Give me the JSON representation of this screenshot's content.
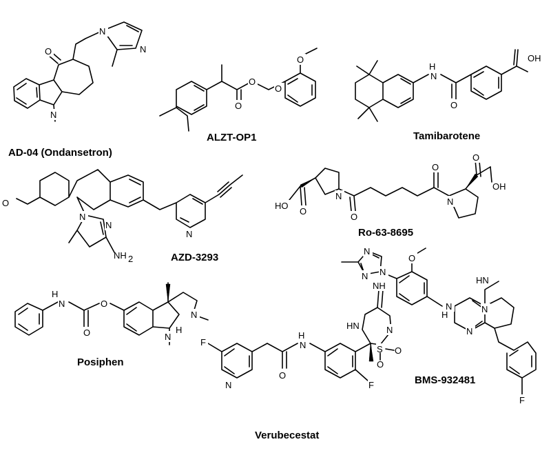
{
  "compounds": [
    {
      "id": "ondansetron",
      "name": "AD-04 (Ondansetron)",
      "atoms": [
        "O",
        "N",
        "N",
        "N"
      ]
    },
    {
      "id": "alzt",
      "name": "ALZT-OP1",
      "atoms": [
        "O",
        "O",
        "O",
        "O"
      ]
    },
    {
      "id": "tamibarotene",
      "name": "Tamibarotene",
      "atoms": [
        "H",
        "N",
        "O",
        "OH"
      ]
    },
    {
      "id": "azd3293",
      "name": "AZD-3293",
      "atoms": [
        "O",
        "N",
        "N",
        "NH",
        "2",
        "N"
      ]
    },
    {
      "id": "ro63",
      "name": "Ro-63-8695",
      "atoms": [
        "HO",
        "O",
        "N",
        "O",
        "O",
        "N",
        "OH",
        "O"
      ]
    },
    {
      "id": "bms",
      "name": "BMS-932481",
      "atoms": [
        "N",
        "N",
        "N",
        "O",
        "HN",
        "N",
        "N",
        "H",
        "N",
        "F"
      ]
    },
    {
      "id": "posiphen",
      "name": "Posiphen",
      "atoms": [
        "H",
        "N",
        "O",
        "O",
        "N",
        "N",
        "H"
      ]
    },
    {
      "id": "verubecestat",
      "name": "Verubecestat",
      "atoms": [
        "F",
        "N",
        "O",
        "H",
        "N",
        "NH",
        "HN",
        "N",
        "S",
        "O",
        "O",
        "F"
      ]
    }
  ]
}
